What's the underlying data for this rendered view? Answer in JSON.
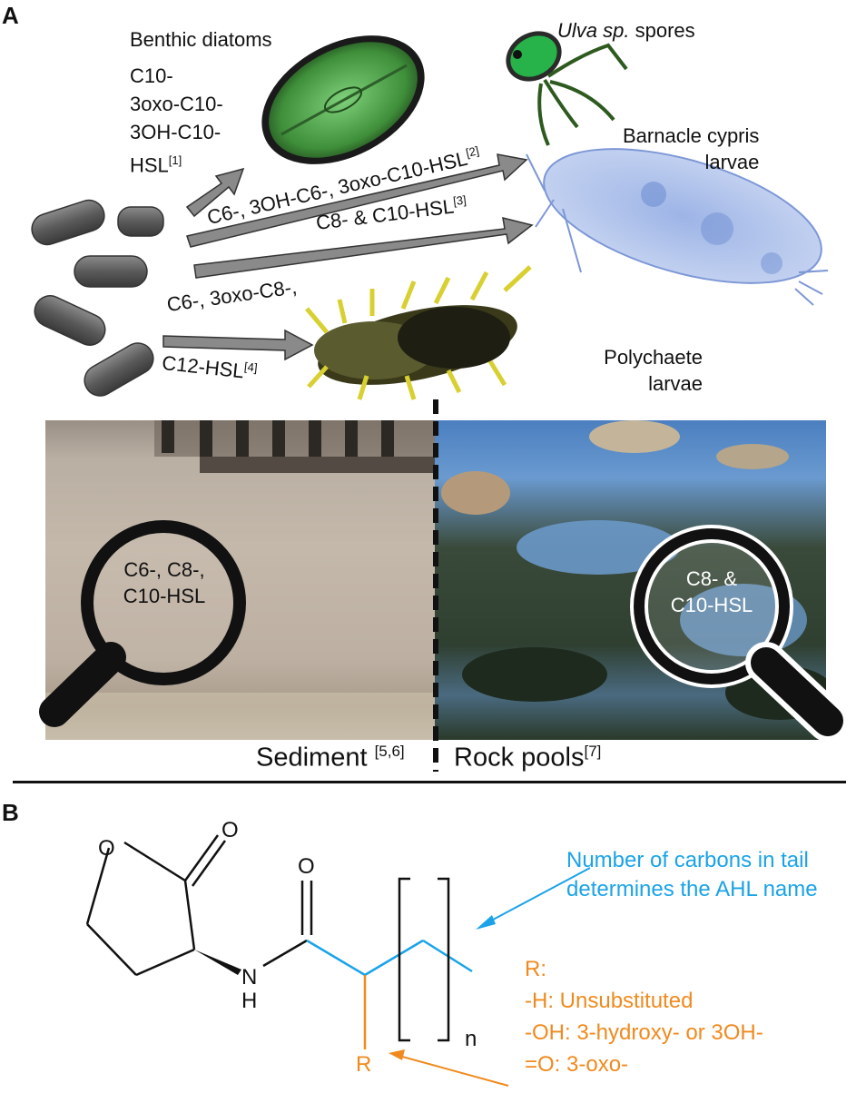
{
  "panel_a": {
    "letter": "A",
    "diatoms": {
      "title": "Benthic diatoms",
      "l1": "C10-",
      "l2": "3oxo-C10-",
      "l3": "3OH-C10-",
      "l4": "HSL",
      "ref": "[1]"
    },
    "ulva": {
      "title_italic": "Ulva sp.",
      "title_rest": " spores"
    },
    "barnacle": {
      "l1": "Barnacle cypris",
      "l2": "larvae"
    },
    "polychaete": {
      "l1": "Polychaete",
      "l2": "larvae"
    },
    "arrow_ulva": {
      "text": "C6-, 3OH-C6-, 3oxo-C10-HSL",
      "ref": "[2]"
    },
    "arrow_barnacle": {
      "text": "C8- & C10-HSL",
      "ref": "[3]"
    },
    "arrow_poly": {
      "l1": "C6-, 3oxo-C8-,",
      "l2": "C12-HSL",
      "ref": "[4]"
    },
    "sediment_lens": {
      "l1": "C6-, C8-,",
      "l2": "C10-HSL"
    },
    "rockpool_lens": {
      "l1": "C8- &",
      "l2": "C10-HSL"
    },
    "sediment": {
      "text": "Sediment ",
      "ref": "[5,6]"
    },
    "rockpools": {
      "text": "Rock pools",
      "ref": "[7]"
    }
  },
  "panel_b": {
    "letter": "B",
    "atom_O_ring": "O",
    "atom_O_carbonyl1": "O",
    "atom_O_carbonyl2": "O",
    "atom_N": "N",
    "atom_H": "H",
    "atom_R": "R",
    "subscript_n": "n",
    "tail_note_l1": "Number of carbons in tail",
    "tail_note_l2": "determines the AHL name",
    "r_head": "R:",
    "r_h": "-H: Unsubstituted",
    "r_oh": "-OH: 3-hydroxy- or 3OH-",
    "r_o": "=O: 3-oxo-"
  },
  "colors": {
    "blue": "#1aa3e8",
    "orange": "#f08a1e",
    "arrow_fill": "#8a8a8a",
    "rod": "#555555"
  }
}
